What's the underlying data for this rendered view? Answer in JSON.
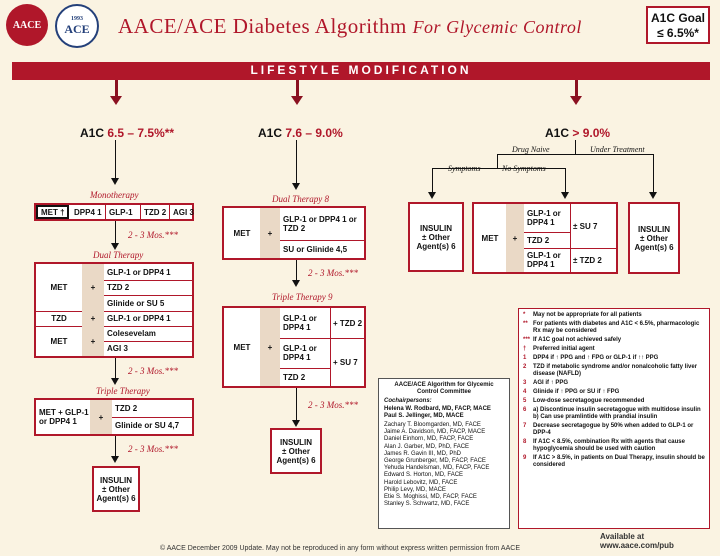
{
  "header": {
    "logo_left": "AACE",
    "logo_right_top": "1993",
    "logo_right_main": "ACE",
    "title": "AACE/ACE Diabetes Algorithm",
    "title_suffix": "For Glycemic Control",
    "goal_line1": "A1C Goal",
    "goal_line2": "≤ 6.5%*"
  },
  "banner": "LIFESTYLE MODIFICATION",
  "columns": {
    "left": {
      "label": "A1C",
      "range": "6.5 – 7.5%**"
    },
    "middle": {
      "label": "A1C",
      "range": "7.6 – 9.0%"
    },
    "right": {
      "label": "A1C",
      "range": "> 9.0%",
      "drug_naive": "Drug Naive",
      "under_treatment": "Under Treatment",
      "symptoms": "Symptoms",
      "no_symptoms": "No Symptoms"
    }
  },
  "left": {
    "monotherapy": "Monotherapy",
    "mono_items": [
      "MET †",
      "DPP4 1",
      "GLP-1",
      "TZD 2",
      "AGI 3"
    ],
    "mos1": "2 - 3 Mos.***",
    "dual": "Dual Therapy",
    "dual_met": "MET",
    "dual_plus": "+",
    "dual_items": [
      "GLP-1 or DPP4 1",
      "TZD 2",
      "Glinide or SU 5"
    ],
    "tzd": "TZD",
    "tzd_item": "GLP-1 or DPP4 1",
    "met2": "MET",
    "met2_items": [
      "Colesevelam",
      "AGI 3"
    ],
    "mos2": "2 - 3 Mos.***",
    "triple": "Triple Therapy",
    "triple_left": "MET + GLP-1 or DPP4 1",
    "triple_items": [
      "TZD 2",
      "Glinide or SU 4,7"
    ],
    "mos3": "2 - 3 Mos.***",
    "insulin": [
      "INSULIN",
      "± Other",
      "Agent(s) 6"
    ]
  },
  "middle": {
    "dual": "Dual Therapy 8",
    "met": "MET",
    "plus": "+",
    "dual_items": [
      "GLP-1 or DPP4 1 or TZD 2",
      "SU or Glinide 4,5"
    ],
    "mos1": "2 - 3 Mos.***",
    "triple": "Triple Therapy 9",
    "triple_items": [
      "GLP-1 or DPP4 1",
      "GLP-1 or DPP4 1",
      "TZD 2"
    ],
    "triple_adds": [
      "+ TZD 2",
      "+ SU 7"
    ],
    "mos2": "2 - 3 Mos.***",
    "insulin": [
      "INSULIN",
      "± Other",
      "Agent(s) 6"
    ]
  },
  "right": {
    "insulin_left": [
      "INSULIN",
      "± Other",
      "Agent(s) 6"
    ],
    "met": "MET",
    "plus": "+",
    "items": [
      "GLP-1 or DPP4 1",
      "TZD 2",
      "GLP-1 or DPP4 1"
    ],
    "adds": [
      "± SU 7",
      "± TZD 2"
    ],
    "insulin_right": [
      "INSULIN",
      "± Other",
      "Agent(s) 6"
    ]
  },
  "committee": {
    "title": "AACE/ACE Algorithm for Glycemic Control Committee",
    "cochairs_label": "Cochairpersons:",
    "cochairs": [
      "Helena W. Rodbard, MD, FACP, MACE",
      "Paul S. Jellinger, MD, MACE"
    ],
    "members": [
      "Zachary T. Bloomgarden, MD, FACE",
      "Jaime A. Davidson, MD, FACP, MACE",
      "Daniel Einhorn, MD, FACP, FACE",
      "Alan J. Garber, MD, PhD, FACE",
      "James R. Gavin III, MD, PhD",
      "George Grunberger, MD, FACP, FACE",
      "Yehuda Handelsman, MD, FACP, FACE",
      "Edward S. Horton, MD, FACE",
      "Harold Lebovitz, MD, FACE",
      "Philip Levy, MD, MACE",
      "Etie S. Moghissi, MD, FACP, FACE",
      "Stanley S. Schwartz, MD, FACE"
    ]
  },
  "notes": [
    {
      "k": "*",
      "t": "May not be appropriate for all patients"
    },
    {
      "k": "**",
      "t": "For patients with diabetes and A1C < 6.5%, pharmacologic Rx may be considered"
    },
    {
      "k": "***",
      "t": "If A1C goal not achieved safely"
    },
    {
      "k": "†",
      "t": "Preferred initial agent"
    },
    {
      "k": "1",
      "t": "DPP4 if ↑ PPG and ↑ FPG or GLP-1 if ↑↑ PPG"
    },
    {
      "k": "2",
      "t": "TZD if metabolic syndrome and/or nonalcoholic fatty liver disease (NAFLD)"
    },
    {
      "k": "3",
      "t": "AGI if ↑ PPG"
    },
    {
      "k": "4",
      "t": "Glinide if ↑ PPG or SU if ↑ FPG"
    },
    {
      "k": "5",
      "t": "Low-dose secretagogue recommended"
    },
    {
      "k": "6",
      "t": "a) Discontinue insulin secretagogue with multidose insulin b) Can use pramlintide with prandial insulin"
    },
    {
      "k": "7",
      "t": "Decrease secretagogue by 50% when added to GLP-1 or DPP-4"
    },
    {
      "k": "8",
      "t": "If A1C < 8.5%, combination Rx with agents that cause hypoglycemia should be used with caution"
    },
    {
      "k": "9",
      "t": "If A1C > 8.5%, in patients on Dual Therapy, insulin should be considered"
    }
  ],
  "footer": {
    "available": "Available at www.aace.com/pub",
    "copyright": "© AACE December 2009 Update. May not be reproduced in any form without express written permission from AACE"
  },
  "colors": {
    "accent": "#b0172a",
    "background": "#faf3e2",
    "plus_fill": "#ead9c6"
  }
}
